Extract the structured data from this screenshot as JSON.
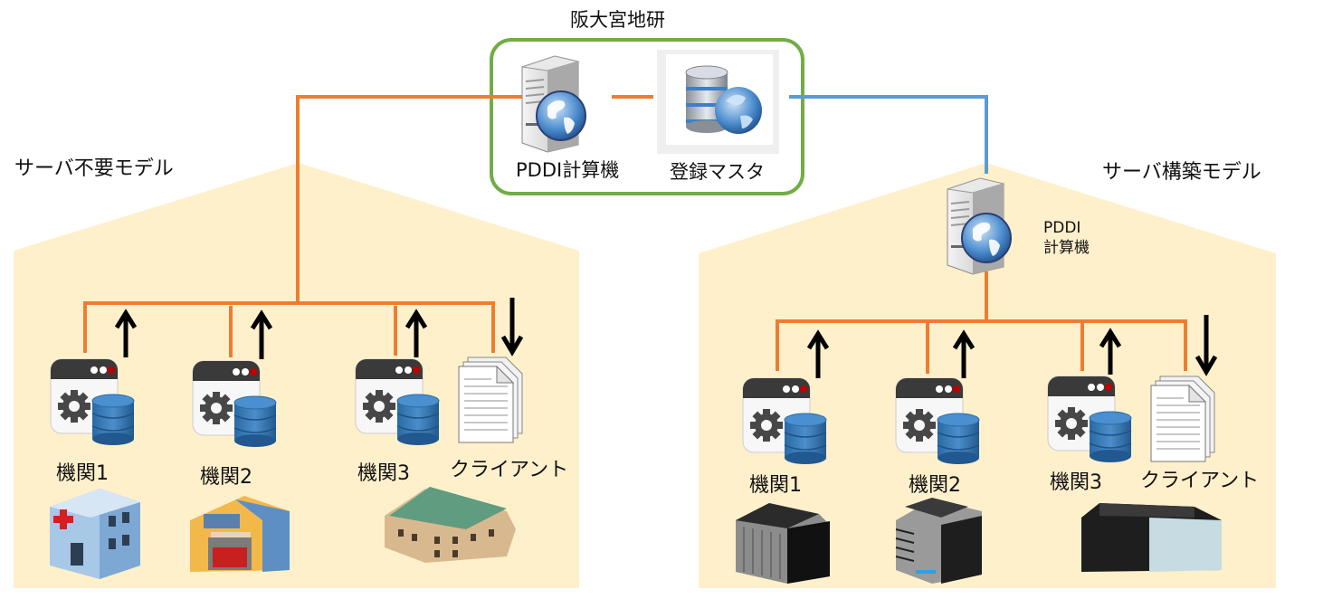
{
  "diagram": {
    "center": {
      "title": "阪大宮地研",
      "pddi_label": "PDDI計算機",
      "master_label": "登録マスタ",
      "box_color": "#70ad47"
    },
    "left_model": {
      "title": "サーバ不要モデル",
      "institutions": [
        {
          "label": "機関1",
          "building": "hospital-icon",
          "arrow": "up"
        },
        {
          "label": "機関2",
          "building": "fire-station-icon",
          "arrow": "up"
        },
        {
          "label": "機関3",
          "building": "historic-hall-icon",
          "arrow": "up"
        }
      ],
      "client": {
        "label": "クライアント",
        "arrow": "down"
      }
    },
    "right_model": {
      "title": "サーバ構築モデル",
      "server_label_line1": "PDDI",
      "server_label_line2": "計算機",
      "institutions": [
        {
          "label": "機関1",
          "building": "office-building-icon",
          "arrow": "up"
        },
        {
          "label": "機関2",
          "building": "office-building-icon",
          "arrow": "up"
        },
        {
          "label": "機関3",
          "building": "office-building-icon",
          "arrow": "up"
        }
      ],
      "client": {
        "label": "クライアント",
        "arrow": "down"
      }
    },
    "colors": {
      "house_fill": "#fff0cc",
      "orange_line": "#ed7d31",
      "blue_line": "#5b9bd5",
      "green_box": "#70ad47",
      "db_blue": "#2e6da4"
    }
  }
}
